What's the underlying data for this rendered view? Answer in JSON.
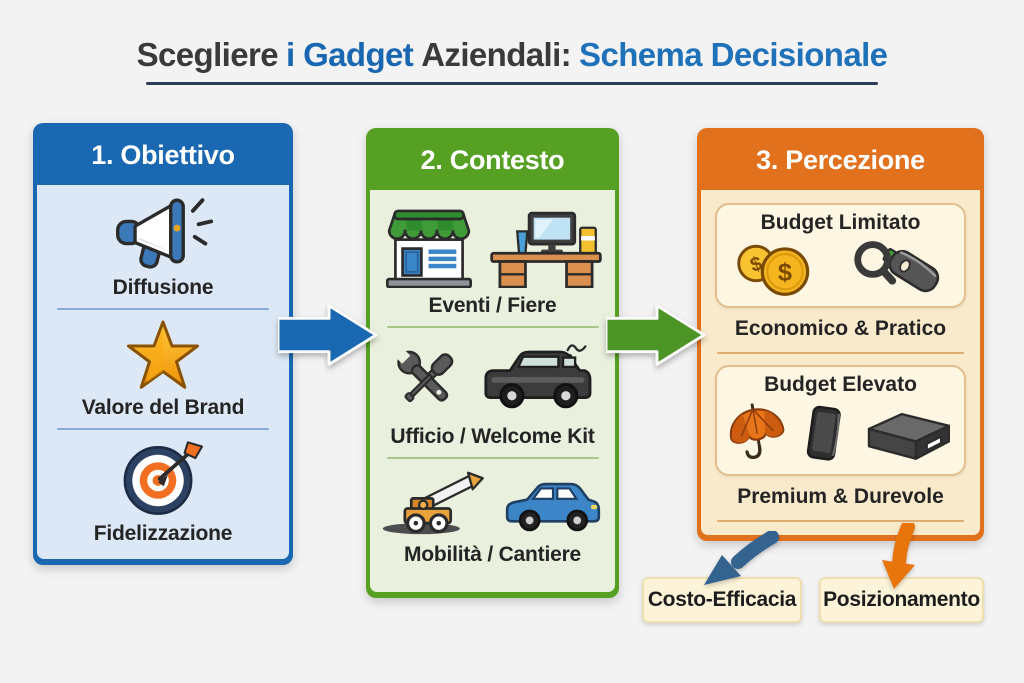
{
  "page": {
    "background": "#f3f3f4"
  },
  "title": {
    "parts": [
      {
        "text": "Scegliere",
        "color": "#3a3a3a"
      },
      {
        "text": "i Gadget",
        "color": "#1a67b1"
      },
      {
        "text": "Aziendali:",
        "color": "#3a3a3a"
      },
      {
        "text": "Schema Decisionale",
        "color": "#1f72ba"
      }
    ],
    "underline_color": "#2c3e57"
  },
  "columns": [
    {
      "header": "1. Obiettivo",
      "accent": "#1a68b2",
      "body_bg": "#dce8f6",
      "items": [
        {
          "label": "Diffusione",
          "icons": [
            "megaphone-icon"
          ]
        },
        {
          "label": "Valore del Brand",
          "icons": [
            "star-icon"
          ]
        },
        {
          "label": "Fidelizzazione",
          "icons": [
            "target-icon"
          ]
        }
      ]
    },
    {
      "header": "2. Contesto",
      "accent": "#56a023",
      "body_bg": "#e9f0de",
      "items": [
        {
          "label": "Eventi / Fiere",
          "icons": [
            "storefront-icon",
            "office-desk-icon"
          ]
        },
        {
          "label": "Ufficio / Welcome Kit",
          "icons": [
            "tools-icon",
            "suv-icon"
          ]
        },
        {
          "label": "Mobilità / Cantiere",
          "icons": [
            "crane-truck-icon",
            "car-icon"
          ]
        }
      ]
    },
    {
      "header": "3. Percezione",
      "accent": "#e2711d",
      "body_bg": "#faeacc",
      "groups": [
        {
          "box_title": "Budget Limitato",
          "icons": [
            "coins-icon",
            "magnifier-usb-icon"
          ],
          "result_label": "Economico & Pratico"
        },
        {
          "box_title": "Budget Elevato",
          "icons": [
            "umbrella-icon",
            "phone-icon",
            "powerbank-icon"
          ],
          "result_label": "Premium & Durevole"
        }
      ]
    }
  ],
  "flow_arrows": [
    {
      "direction": "right",
      "color": "#1a68b2"
    },
    {
      "direction": "right",
      "color": "#4c9426"
    }
  ],
  "outcomes": [
    {
      "label": "Costo-Efficacia",
      "arrow_color": "#33638e"
    },
    {
      "label": "Posizionamento",
      "arrow_color": "#e8740c"
    }
  ]
}
